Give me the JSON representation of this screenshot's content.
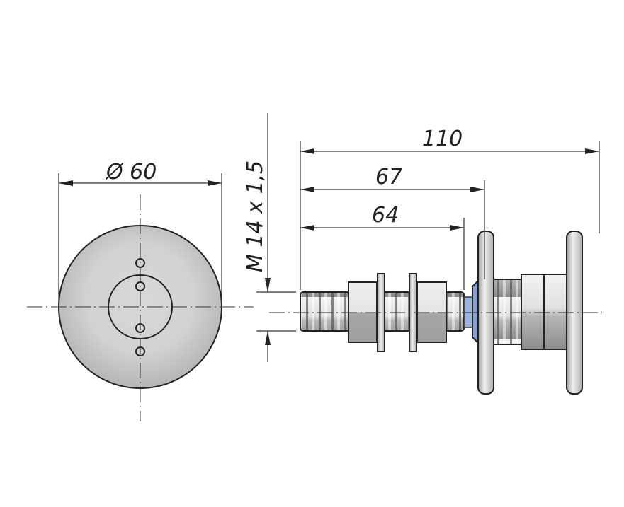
{
  "drawing": {
    "front_view": {
      "diameter_label": "Ø 60"
    },
    "side_view": {
      "thread_label": "M 14 x 1,5",
      "length_total_label": "110",
      "length_mid_label": "67",
      "length_thread_label": "64"
    }
  },
  "colors": {
    "metal_light": "#e6e6e6",
    "metal_mid": "#c8c8c8",
    "metal_dark": "#9a9a9a",
    "accent_blue": "#9db3e0",
    "line": "#222222"
  }
}
